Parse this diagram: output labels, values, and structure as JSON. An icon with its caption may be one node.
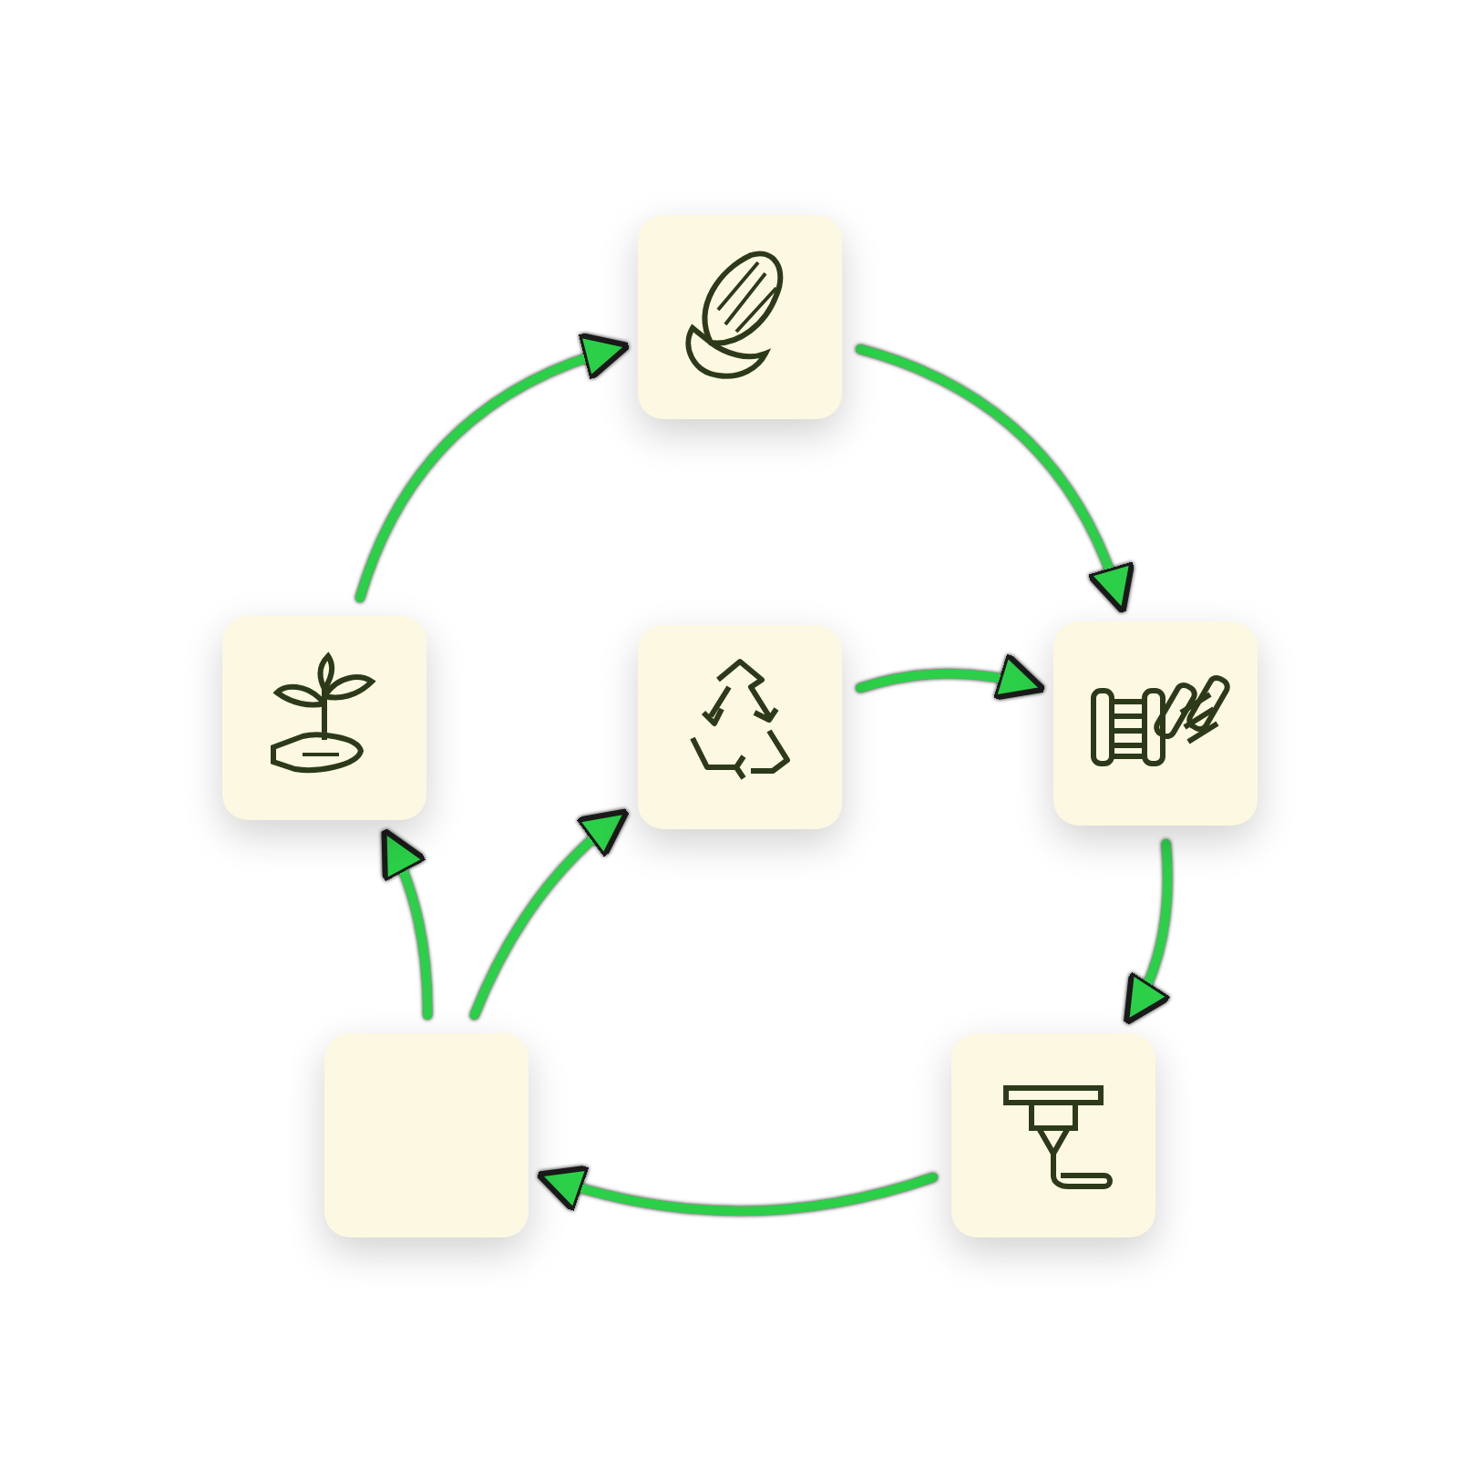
{
  "diagram": {
    "nodes": [
      {
        "text": [],
        "shape": "box"
      },
      {
        "text": [],
        "shape": "box"
      },
      {
        "text": [],
        "shape": "box"
      },
      {
        "text": [],
        "shape": "box"
      },
      {
        "text": [],
        "shape": "box"
      },
      {
        "text": [],
        "shape": "box"
      }
    ],
    "edges": [
      {
        "from": 0,
        "to": 3,
        "arrow": "to"
      },
      {
        "from": 3,
        "to": 4,
        "arrow": "to"
      },
      {
        "from": 4,
        "to": 5,
        "arrow": "to"
      },
      {
        "from": 5,
        "to": 1,
        "arrow": "to"
      },
      {
        "from": 5,
        "to": 2,
        "arrow": "to"
      },
      {
        "from": 2,
        "to": 3,
        "arrow": "to"
      },
      {
        "from": 1,
        "to": 0,
        "arrow": "to"
      }
    ]
  }
}
